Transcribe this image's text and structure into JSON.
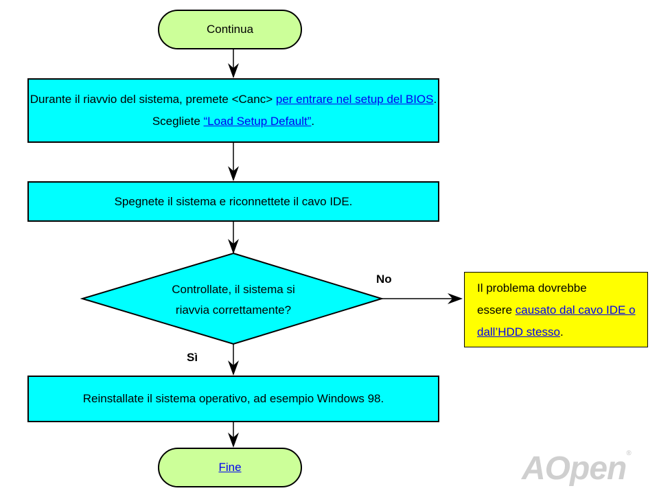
{
  "start": {
    "label": "Continua"
  },
  "step1": {
    "text_a": "Durante il riavvio del sistema, premete <Canc> ",
    "link_a": "per entrare nel setup del BIOS",
    "text_b": ". Scegliete ",
    "link_b": "“Load Setup Default”",
    "text_c": "."
  },
  "step2": {
    "text": "Spegnete il sistema e riconnettete il cavo IDE."
  },
  "decision": {
    "line1": "Controllate, il sistema si",
    "line2": "riavvia correttamente?",
    "no_label": "No",
    "yes_label": "Sì"
  },
  "note": {
    "line1": "Il problema dovrebbe",
    "line2_text": "essere ",
    "link": "causato dal cavo IDE o dall’HDD stesso",
    "end": "."
  },
  "step3": {
    "text": "Reinstallate il sistema operativo, ad esempio Windows 98."
  },
  "end": {
    "label": "Fine"
  },
  "logo": {
    "text": "AOpen",
    "mark": "®"
  },
  "colors": {
    "terminal": "#ccff99",
    "process": "#00ffff",
    "note": "#ffff00",
    "link": "#0000ee"
  }
}
